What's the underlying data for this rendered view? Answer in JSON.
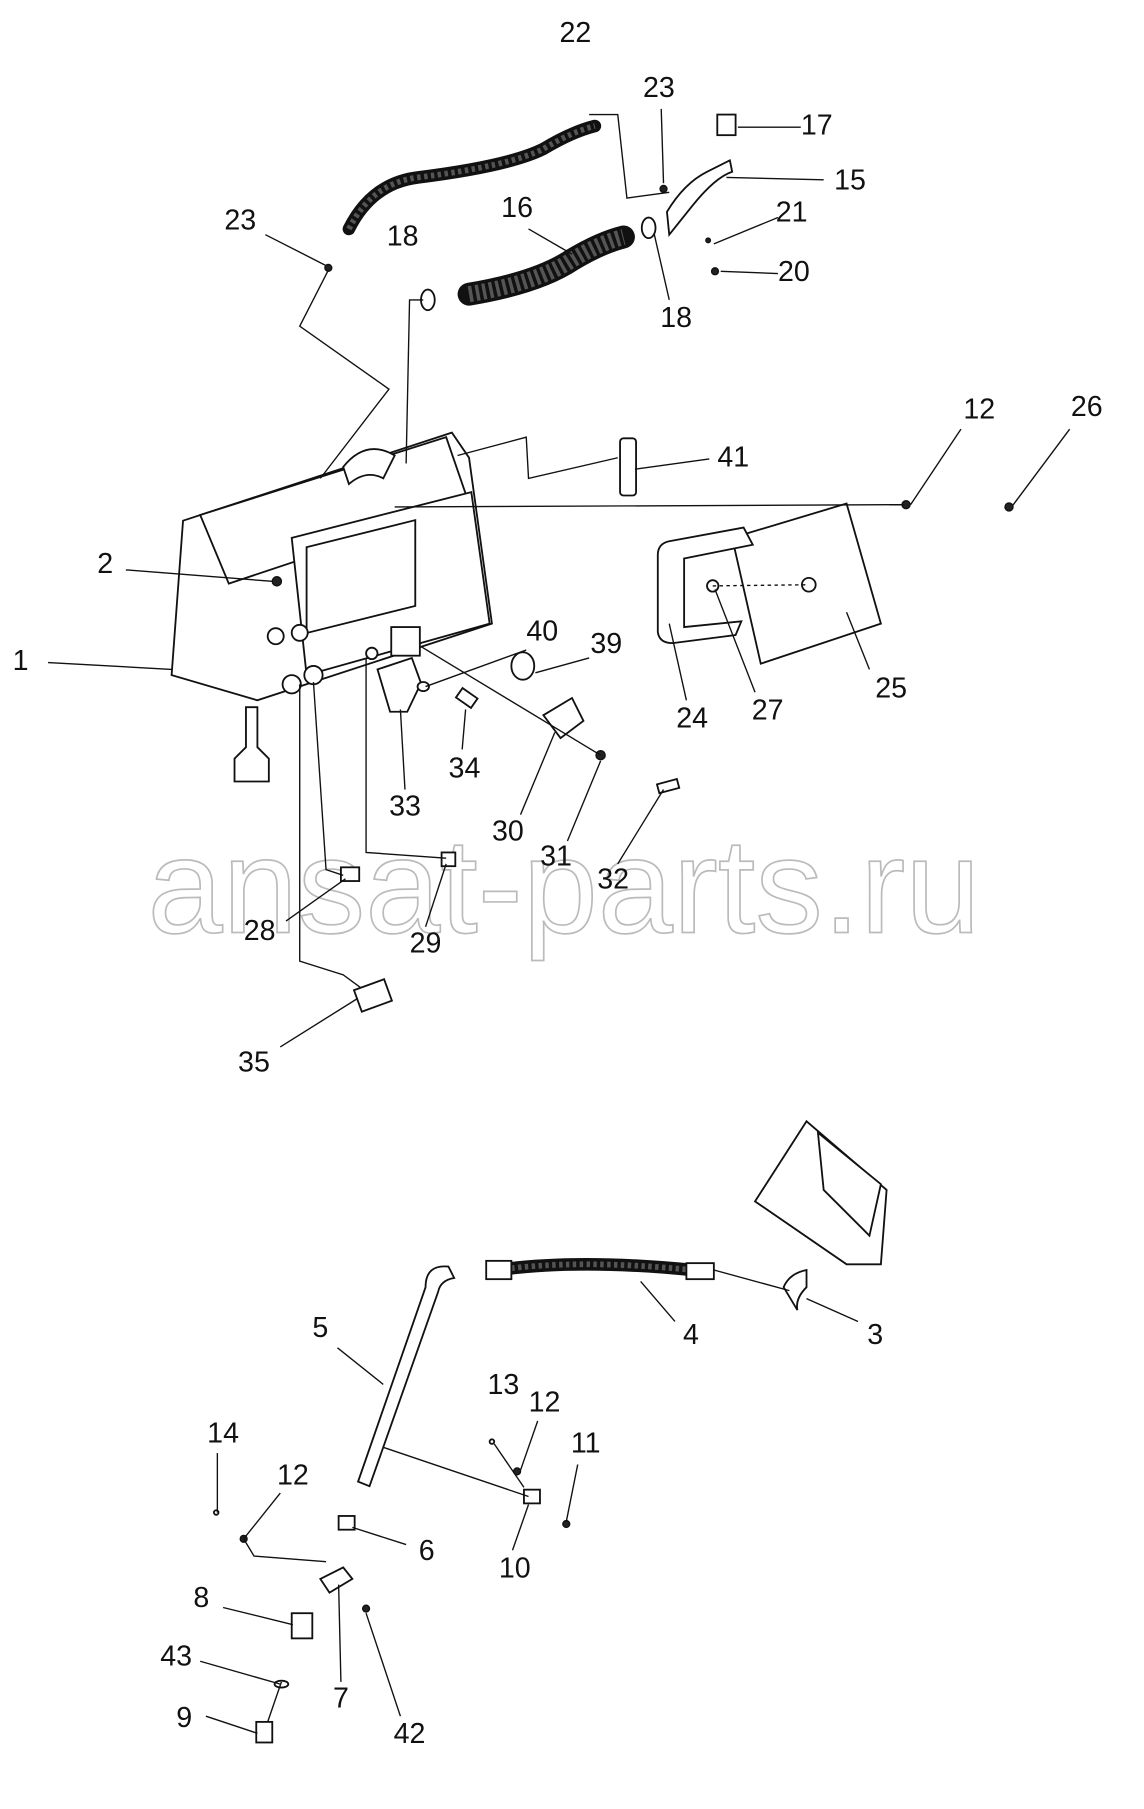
{
  "watermark": "ansat-parts.ru",
  "labels": {
    "p22": "22",
    "p23a": "23",
    "p17": "17",
    "p15": "15",
    "p23b": "23",
    "p16": "16",
    "p18a": "18",
    "p21": "21",
    "p20": "20",
    "p18b": "18",
    "p12a": "12",
    "p26": "26",
    "p41": "41",
    "p2": "2",
    "p1": "1",
    "p40": "40",
    "p39": "39",
    "p25": "25",
    "p24": "24",
    "p27": "27",
    "p34": "34",
    "p33": "33",
    "p30": "30",
    "p31": "31",
    "p32": "32",
    "p28": "28",
    "p29": "29",
    "p35": "35",
    "p3": "3",
    "p4": "4",
    "p5": "5",
    "p13": "13",
    "p12b": "12",
    "p11": "11",
    "p14": "14",
    "p12c": "12",
    "p6": "6",
    "p10": "10",
    "p8": "8",
    "p43": "43",
    "p7": "7",
    "p42": "42",
    "p9": "9"
  }
}
